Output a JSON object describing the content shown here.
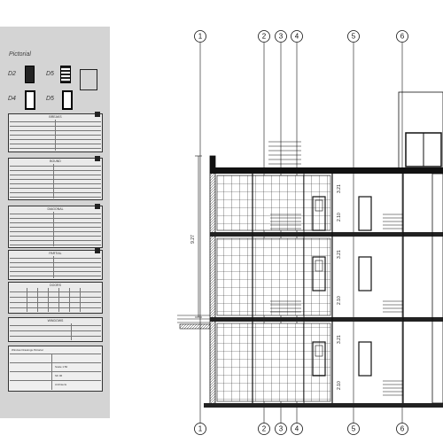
{
  "panel": {
    "title": "Pictorial",
    "door_tags": [
      "D2",
      "D5",
      "D4",
      "D5"
    ],
    "tables": [
      {
        "header": "BREAKS"
      },
      {
        "header": "BOUND"
      },
      {
        "header": "DIAGONAL"
      },
      {
        "header": "PARTIAL"
      },
      {
        "header": "DOORS"
      },
      {
        "header": "WINDOWS"
      }
    ],
    "title_block": {
      "heading": "Window Drawings Pictorial",
      "fields": [
        "Scale 1:50",
        "SK 06",
        "Architects"
      ]
    }
  },
  "drawing": {
    "grid_lines": [
      {
        "label": "1"
      },
      {
        "label": "2"
      },
      {
        "label": "3"
      },
      {
        "label": "4"
      },
      {
        "label": "5"
      },
      {
        "label": "6"
      }
    ],
    "overall_height_dim": "9.27",
    "floor_dims": [
      "3.21",
      "2.10",
      "3.21",
      "2.10",
      "3.21",
      "2.10"
    ]
  }
}
